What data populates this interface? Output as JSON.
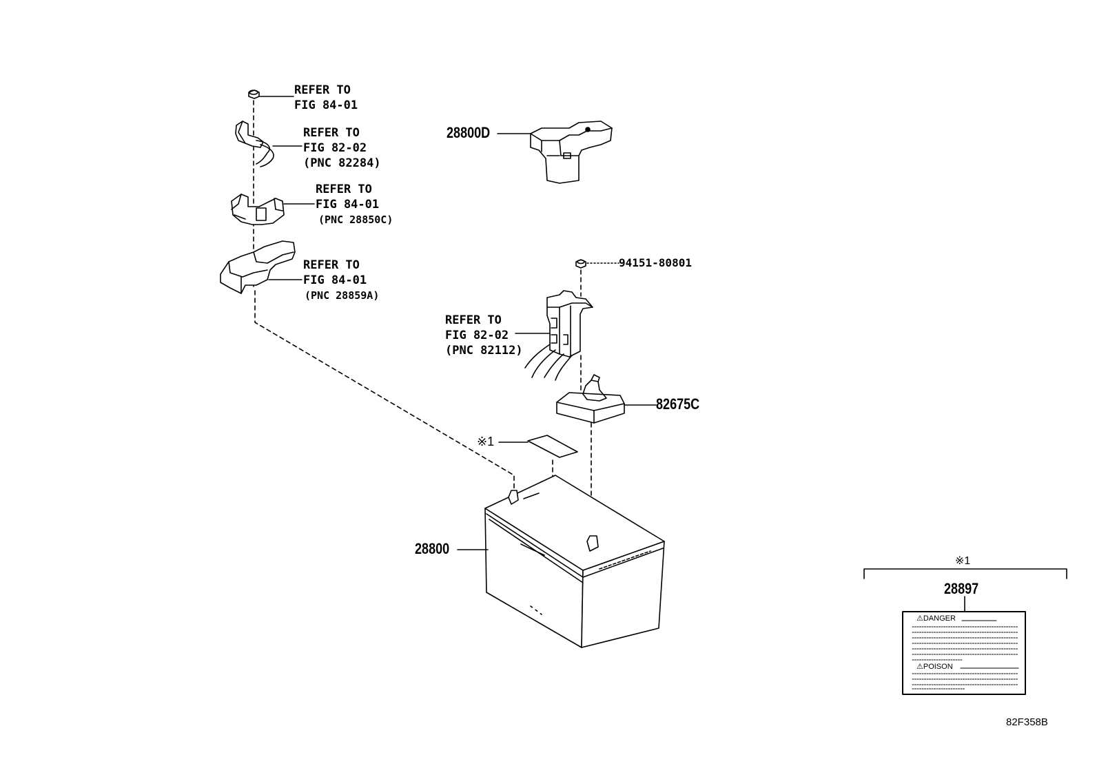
{
  "callouts": {
    "c1": {
      "line1": "REFER TO",
      "line2": "FIG 84-01"
    },
    "c2": {
      "line1": "REFER TO",
      "line2": "FIG 82-02",
      "line3": "(PNC 82284)"
    },
    "c3": {
      "line1": "REFER TO",
      "line2": "FIG 84-01",
      "line3": "(PNC 28850C)"
    },
    "c4": {
      "line1": "REFER TO",
      "line2": "FIG 84-01",
      "line3": "(PNC 28859A)"
    },
    "c5": {
      "line1": "REFER TO",
      "line2": "FIG 82-02",
      "line3": "(PNC 82112)"
    }
  },
  "parts": {
    "clamp": "28800D",
    "nut": "94151-80801",
    "terminal_cover": "82675C",
    "label_ref": "※1",
    "battery": "28800"
  },
  "label_box": {
    "ref": "※1",
    "part": "28897",
    "danger": "⚠DANGER",
    "poison": "⚠POISON"
  },
  "figure_id": "82F358B"
}
